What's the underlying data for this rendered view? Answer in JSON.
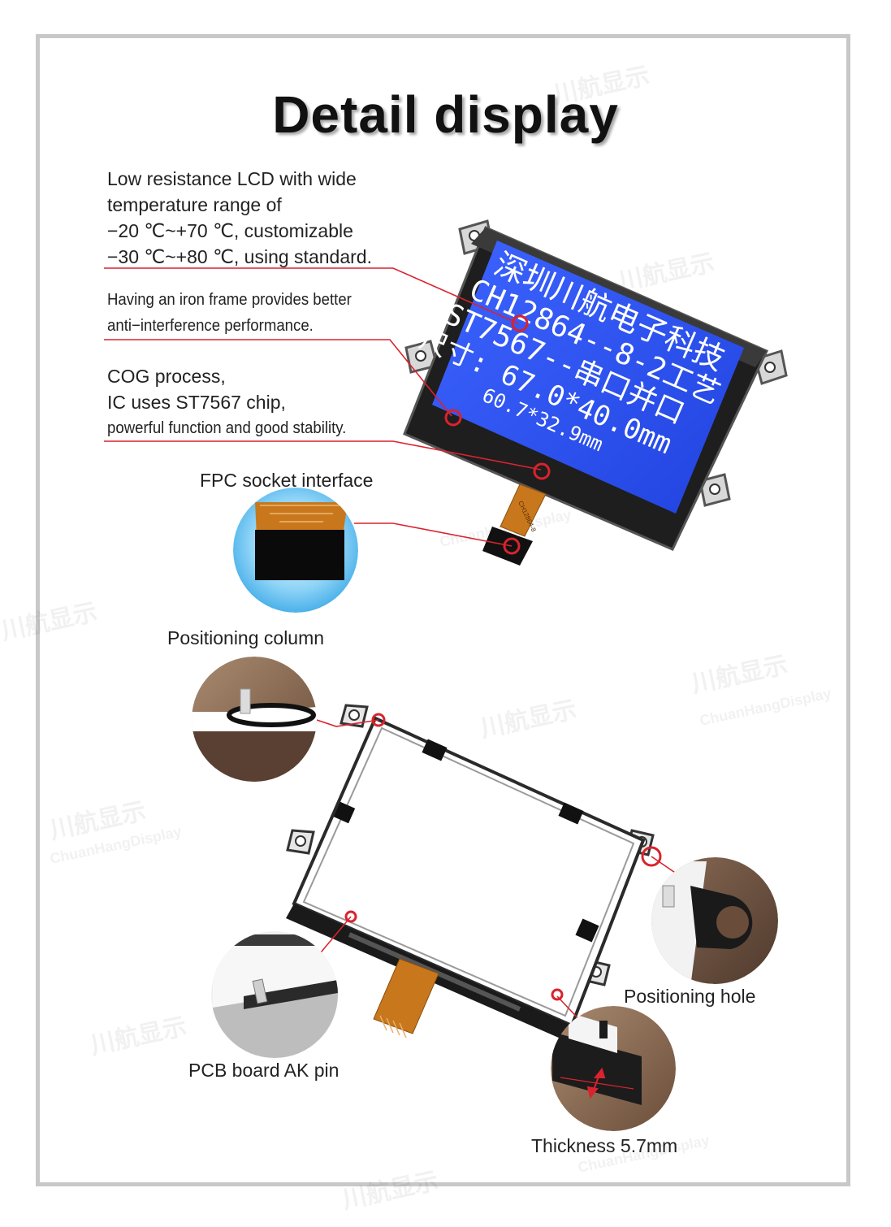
{
  "title": "Detail display",
  "features": {
    "lcd": [
      "Low resistance LCD with wide",
      "temperature range of",
      "−20 ℃~+70 ℃, customizable",
      "−30 ℃~+80 ℃, using standard."
    ],
    "iron_frame": [
      "Having an iron frame provides better",
      "anti−interference performance."
    ],
    "cog": [
      "COG process,",
      "IC uses ST7567 chip,",
      "powerful function and good stability."
    ]
  },
  "labels": {
    "fpc": "FPC socket interface",
    "positioning_column": "Positioning column",
    "positioning_hole": "Positioning hole",
    "pcb_pin": "PCB board AK pin",
    "thickness": "Thickness 5.7mm"
  },
  "lcd_screen": {
    "line1": "深圳川航电子科技",
    "line2": "CH12864--8-2工艺",
    "line3": "ST7567--串口并口",
    "line4": "尺寸: 67.0*40.0mm",
    "line5": "60.7*32.9mm",
    "fpc_print": "CH12864-8"
  },
  "watermarks": [
    "川航显示",
    "ChuanHangDisplay"
  ],
  "colors": {
    "lcd_blue": "#2f52f0",
    "callout_red": "#d9232e",
    "frame_gray": "#c8c8c8",
    "fpc_orange": "#c8771c"
  }
}
